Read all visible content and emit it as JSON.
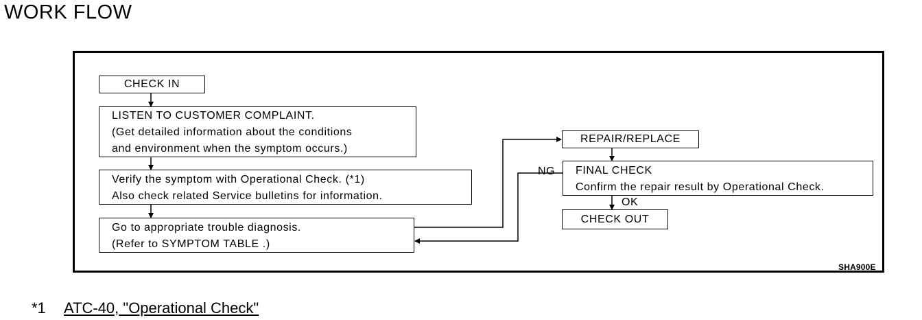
{
  "title": "WORK FLOW",
  "diagram": {
    "check_in": "CHECK IN",
    "listen": [
      "LISTEN TO CUSTOMER COMPLAINT.",
      "(Get detailed information about the conditions",
      "and environment when the symptom occurs.)"
    ],
    "verify": [
      "Verify the symptom with Operational Check. (*1)",
      "Also check related Service bulletins for information."
    ],
    "diagnosis": [
      "Go to appropriate trouble diagnosis.",
      "(Refer to SYMPTOM TABLE .)"
    ],
    "repair": "REPAIR/REPLACE",
    "final_check": [
      "FINAL CHECK",
      "Confirm the repair result by Operational Check."
    ],
    "check_out": "CHECK OUT",
    "label_ng": "NG",
    "label_ok": "OK",
    "figure_code": "SHA900E"
  },
  "footnote": {
    "marker": "*1",
    "link_text": "ATC-40, \"Operational Check\""
  }
}
